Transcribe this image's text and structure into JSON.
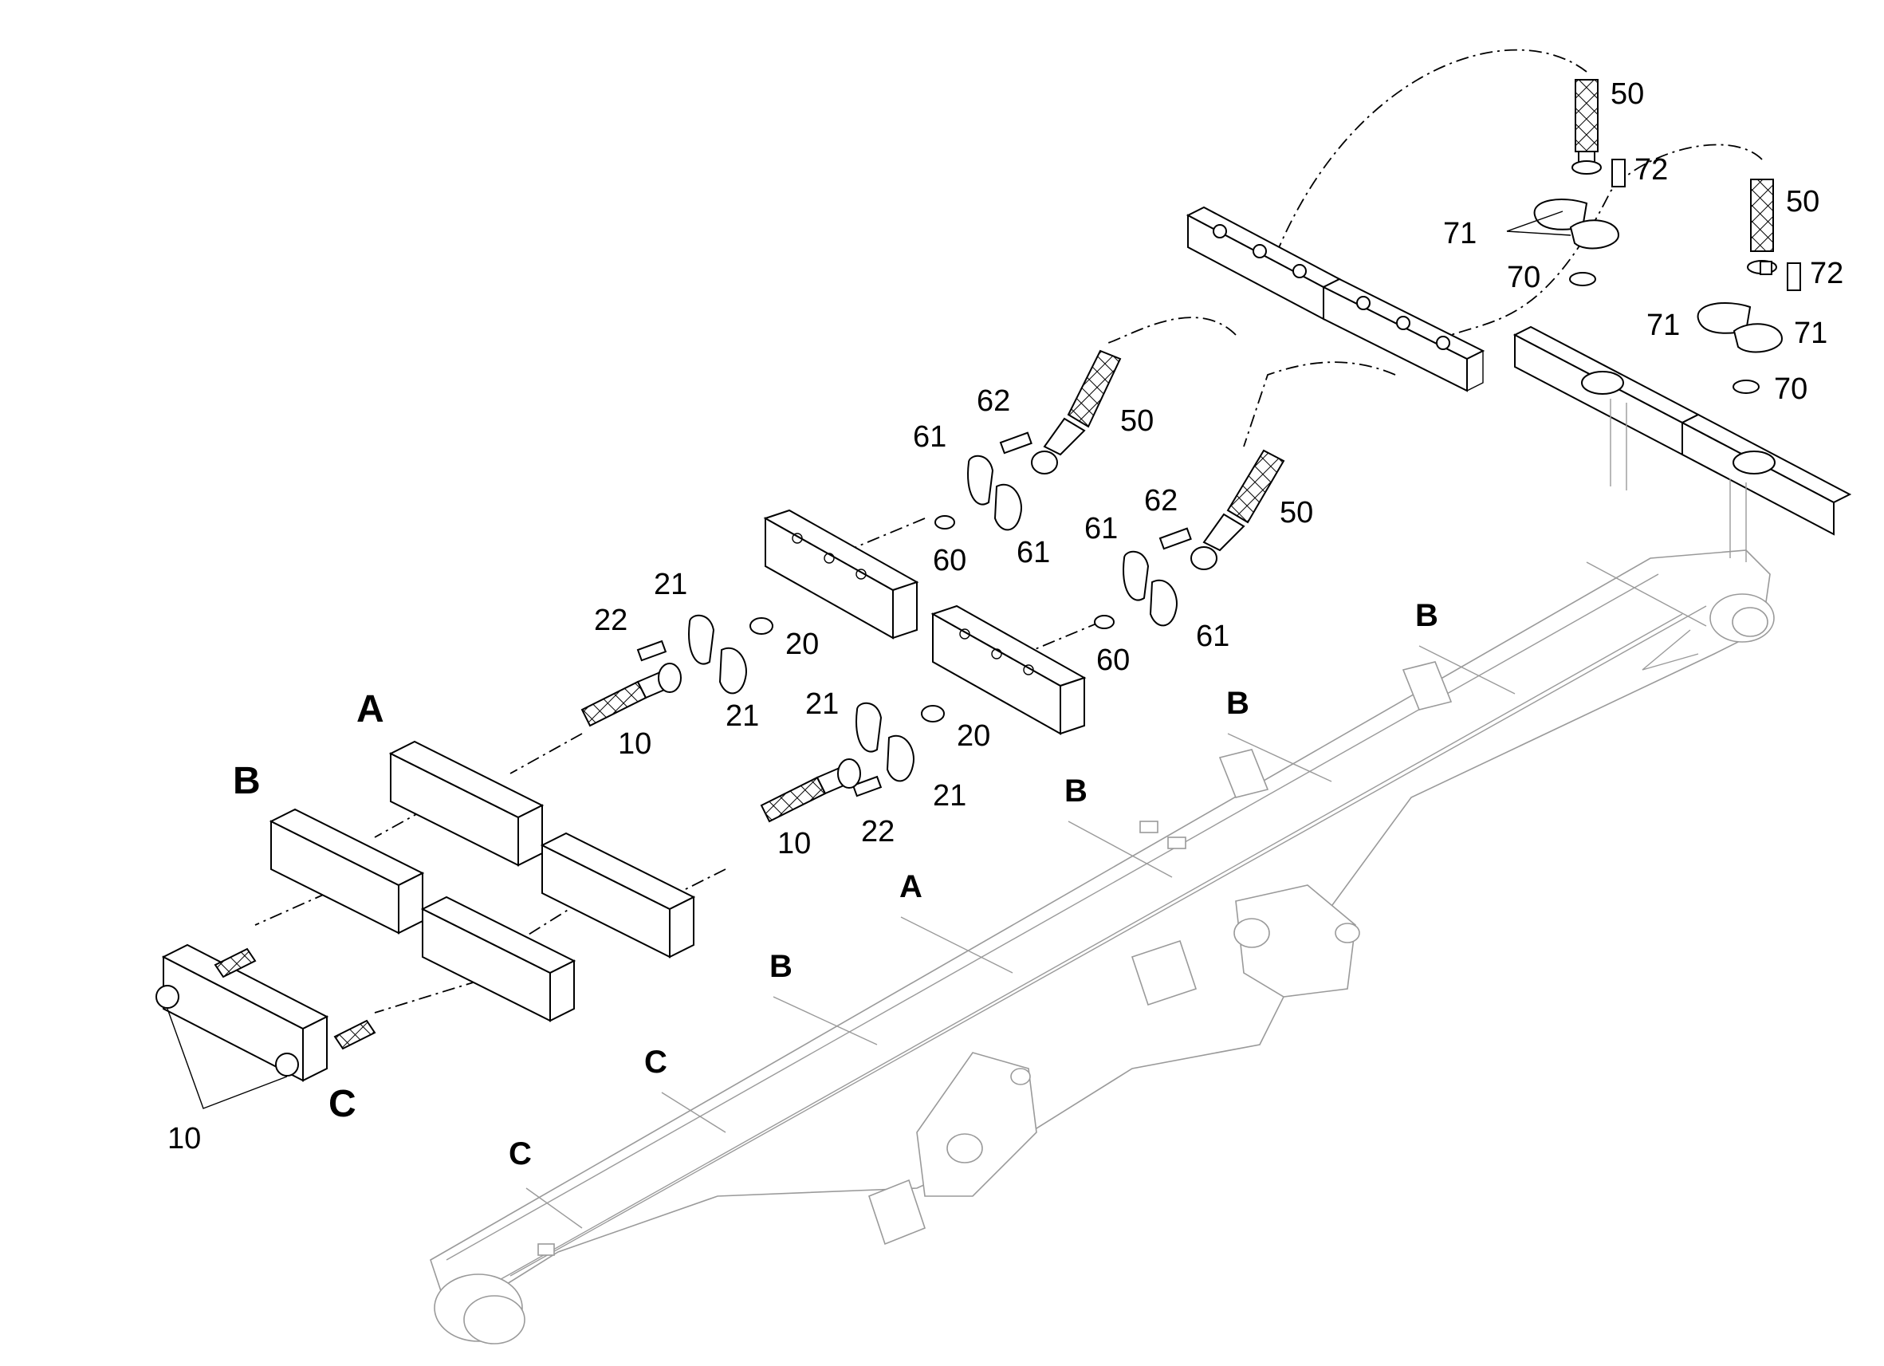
{
  "callouts": [
    {
      "id": "c50a",
      "text": "50"
    },
    {
      "id": "c72a",
      "text": "72"
    },
    {
      "id": "c71a",
      "text": "71"
    },
    {
      "id": "c70a",
      "text": "70"
    },
    {
      "id": "c50b",
      "text": "50"
    },
    {
      "id": "c72b",
      "text": "72"
    },
    {
      "id": "c71b",
      "text": "71"
    },
    {
      "id": "c71c",
      "text": "71"
    },
    {
      "id": "c70b",
      "text": "70"
    },
    {
      "id": "c62a",
      "text": "62"
    },
    {
      "id": "c61a",
      "text": "61"
    },
    {
      "id": "c50c",
      "text": "50"
    },
    {
      "id": "c60a",
      "text": "60"
    },
    {
      "id": "c61b",
      "text": "61"
    },
    {
      "id": "c62b",
      "text": "62"
    },
    {
      "id": "c50d",
      "text": "50"
    },
    {
      "id": "c61c",
      "text": "61"
    },
    {
      "id": "c61d",
      "text": "61"
    },
    {
      "id": "c60b",
      "text": "60"
    },
    {
      "id": "c21a",
      "text": "21"
    },
    {
      "id": "c22a",
      "text": "22"
    },
    {
      "id": "c20a",
      "text": "20"
    },
    {
      "id": "c21b",
      "text": "21"
    },
    {
      "id": "c10a",
      "text": "10"
    },
    {
      "id": "c21c",
      "text": "21"
    },
    {
      "id": "c20b",
      "text": "20"
    },
    {
      "id": "c21d",
      "text": "21"
    },
    {
      "id": "c22b",
      "text": "22"
    },
    {
      "id": "c10b",
      "text": "10"
    },
    {
      "id": "c10c",
      "text": "10"
    }
  ],
  "clamp_labels": [
    {
      "id": "lA1",
      "text": "A"
    },
    {
      "id": "lB1",
      "text": "B"
    },
    {
      "id": "lC1",
      "text": "C"
    },
    {
      "id": "lB2",
      "text": "B"
    },
    {
      "id": "lB3",
      "text": "B"
    },
    {
      "id": "lB4",
      "text": "B"
    },
    {
      "id": "lA2",
      "text": "A"
    },
    {
      "id": "lB5",
      "text": "B"
    },
    {
      "id": "lC2",
      "text": "C"
    },
    {
      "id": "lC3",
      "text": "C"
    }
  ]
}
